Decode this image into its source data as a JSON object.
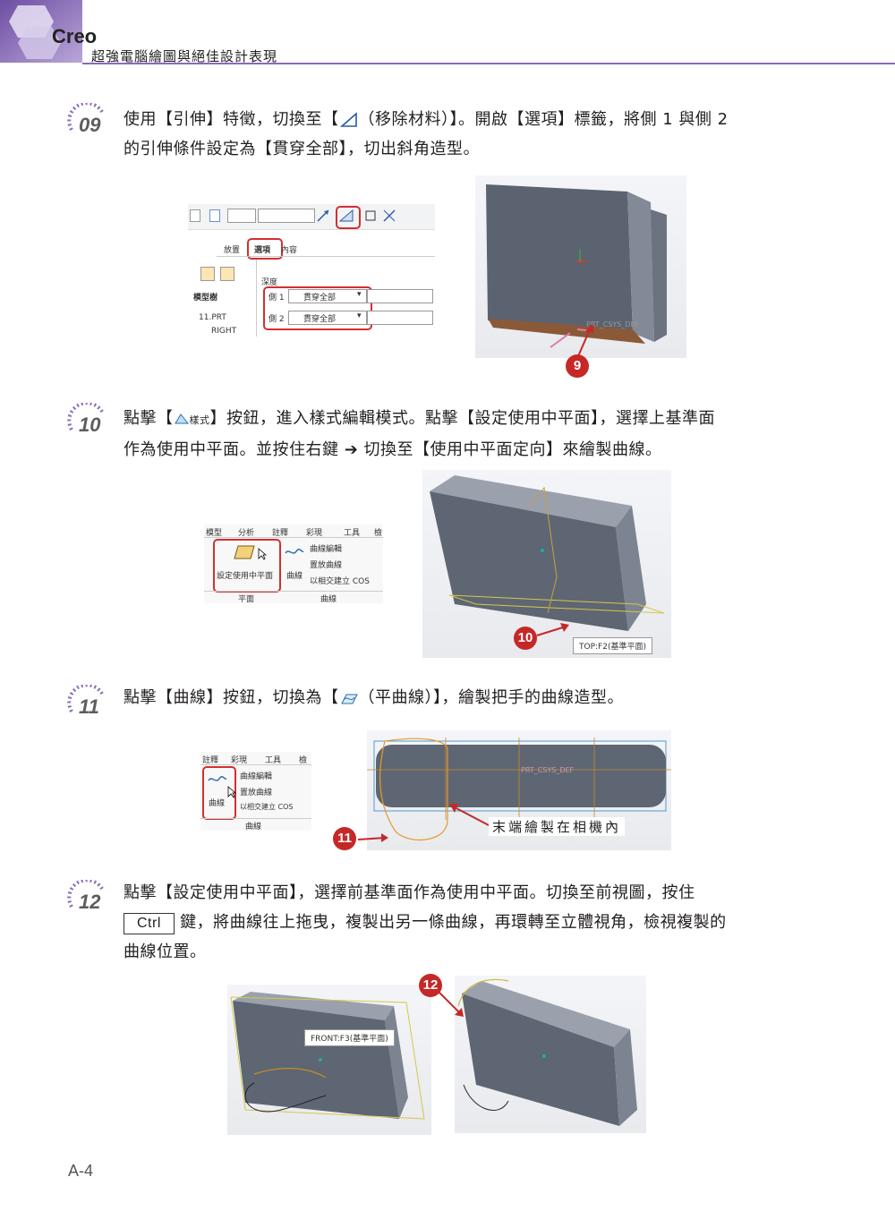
{
  "header": {
    "brand": "Creo",
    "subtitle": "超強電腦繪圖與絕佳設計表現"
  },
  "steps": [
    {
      "num": "09",
      "line1_a": "使用【引伸】特徵，切換至【",
      "line1_b": "（移除材料）】。開啟【選項】標籤，將側 1 與側 2",
      "line2": "的引伸條件設定為【貫穿全部】，切出斜角造型。"
    },
    {
      "num": "10",
      "line1_a": "點擊【",
      "line1_icon_label": "樣式",
      "line1_b": "】按鈕，進入樣式編輯模式。點擊【設定使用中平面】，選擇上基準面",
      "line2": "作為使用中平面。並按住右鍵 ➔ 切換至【使用中平面定向】來繪製曲線。"
    },
    {
      "num": "11",
      "line1_a": "點擊【曲線】按鈕，切換為【",
      "line1_b": "（平曲線）】，繪製把手的曲線造型。"
    },
    {
      "num": "12",
      "line1": "點擊【設定使用中平面】，選擇前基準面作為使用中平面。切換至前視圖，按住",
      "line2_key": "Ctrl",
      "line2_b": "鍵，將曲線往上拖曳，複製出另一條曲線，再環轉至立體視角，檢視複製的",
      "line3": "曲線位置。"
    }
  ],
  "fig9_ui": {
    "tabs": [
      "放置",
      "選項",
      "內容"
    ],
    "depth_label": "深度",
    "side1_label": "側 1",
    "side2_label": "側 2",
    "option_value": "貫穿全部",
    "tree_title": "模型樹",
    "tree_items": [
      "11.PRT",
      "RIGHT"
    ],
    "callout": "9",
    "csys_label": "PRT_CSYS_DEF"
  },
  "fig10_ui": {
    "menu_tabs": [
      "模型",
      "分析",
      "註釋",
      "彩現",
      "工具",
      "檢"
    ],
    "plane_button": "設定使用中平面",
    "curve_button": "曲線",
    "curve_items": [
      "曲線編輯",
      "置放曲線",
      "以相交建立 COS"
    ],
    "group_plane": "平面",
    "group_curve": "曲線",
    "callout": "10",
    "tooltip": "TOP:F2(基準平面)"
  },
  "fig11_ui": {
    "menu_tabs": [
      "註釋",
      "彩現",
      "工具",
      "檢"
    ],
    "curve_button": "曲線",
    "curve_items": [
      "曲線編輯",
      "置放曲線",
      "以相交建立 COS"
    ],
    "group_curve": "曲線",
    "callout": "11",
    "note": "末端繪製在相機內",
    "csys_label": "PRT_CSYS_DEF"
  },
  "fig12_ui": {
    "callout": "12",
    "tooltip": "FRONT:F3(基準平面)"
  },
  "page_number": "A-4",
  "colors": {
    "accent": "#8a6bb8",
    "red": "#c62828",
    "body": "#5e6673"
  }
}
